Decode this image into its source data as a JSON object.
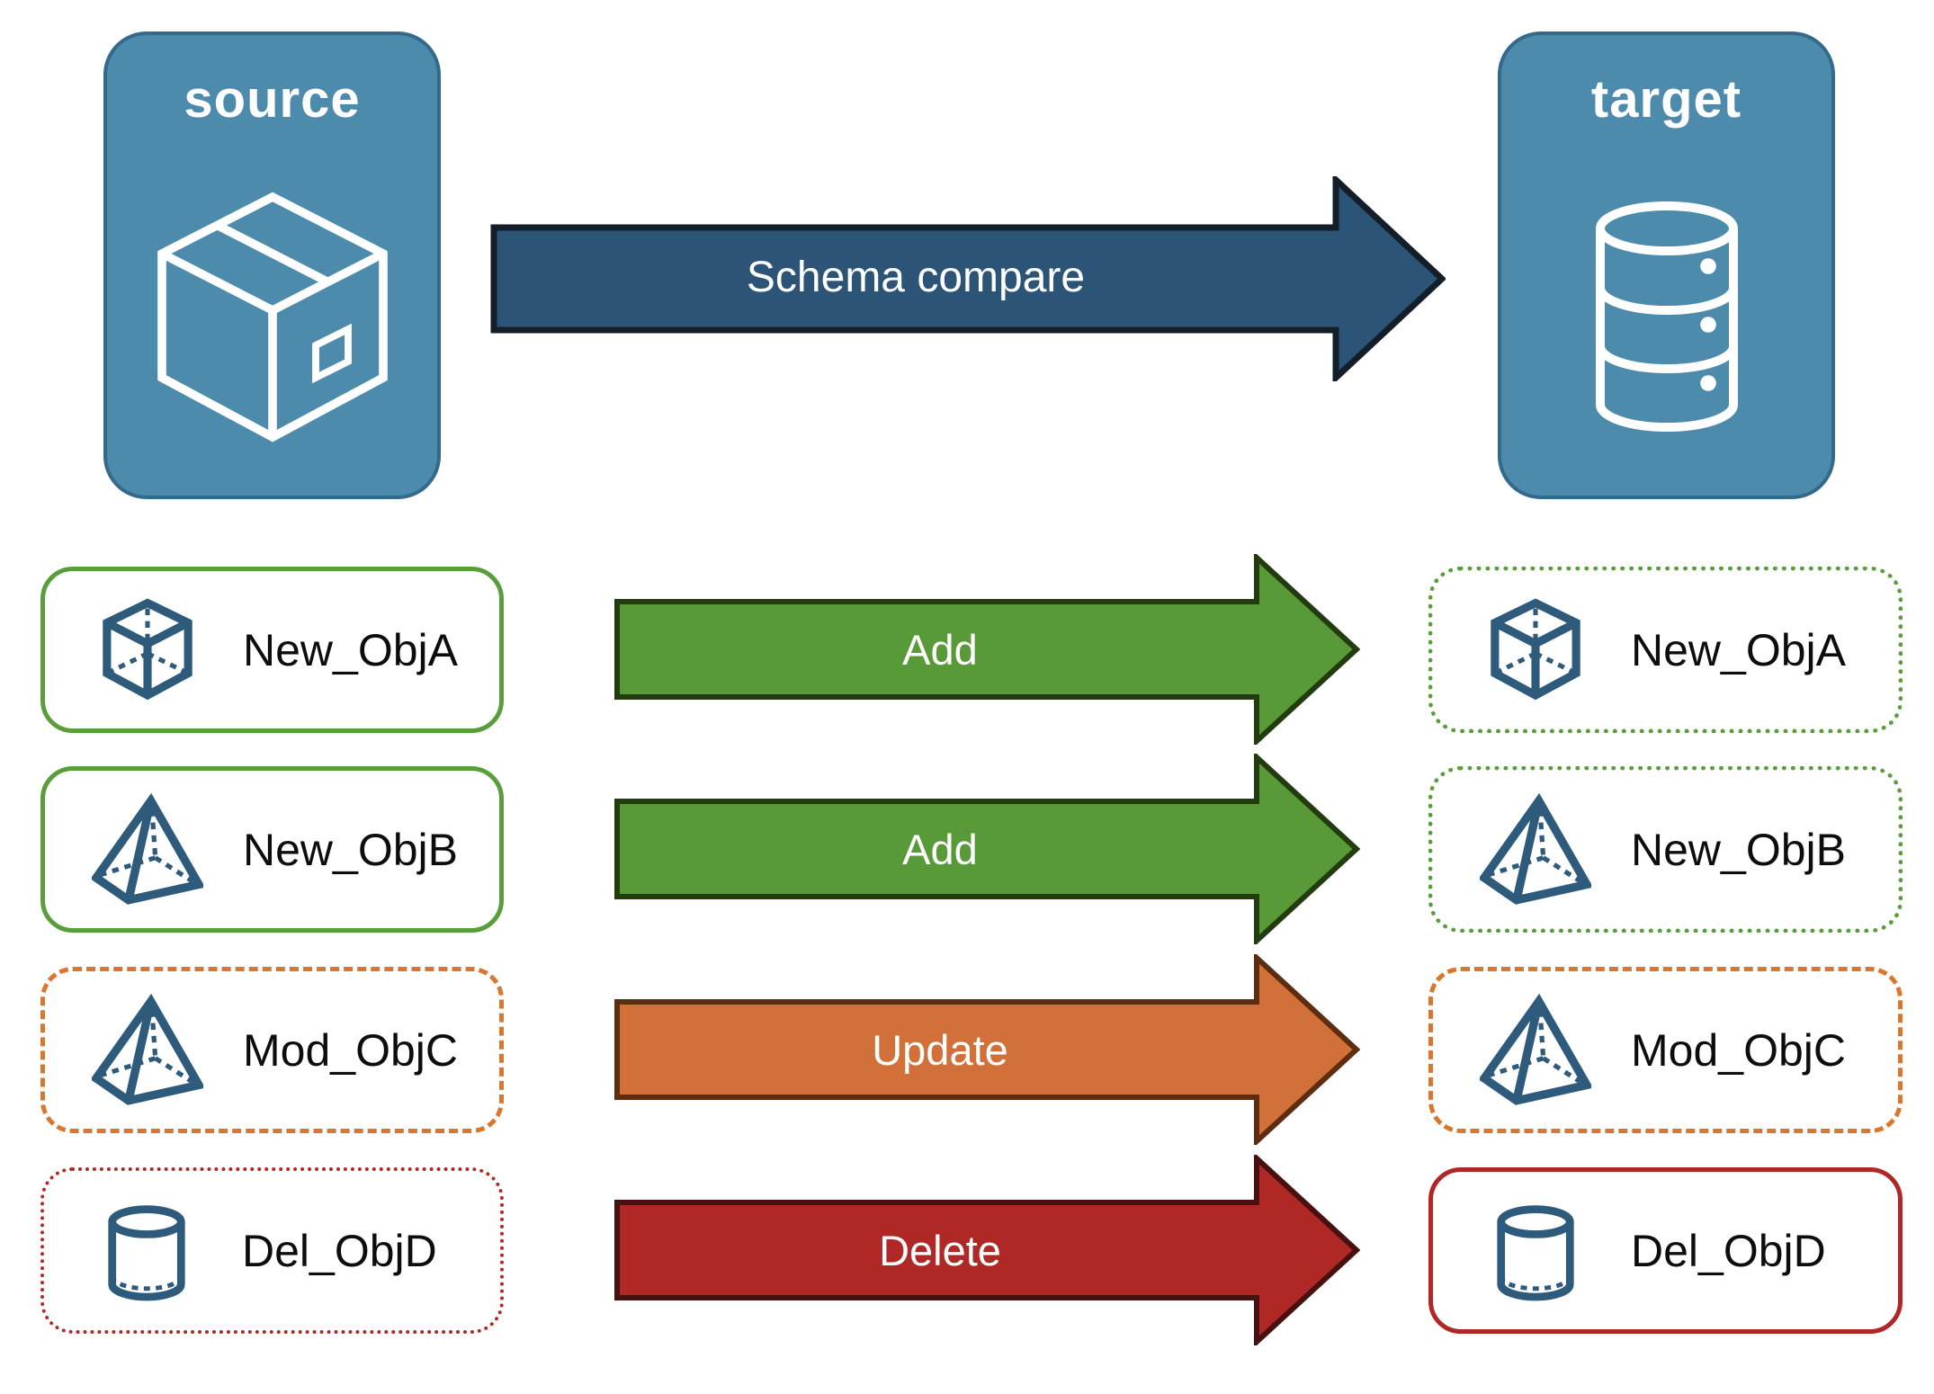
{
  "diagram_title": "schema-compare-flow",
  "source_node": {
    "title": "source",
    "icon": "package-icon"
  },
  "target_node": {
    "title": "target",
    "icon": "database-icon"
  },
  "compare_arrow": {
    "label": "Schema compare"
  },
  "rows": [
    {
      "label": "New_ObjA",
      "action": "Add",
      "icon": "cube-icon",
      "left_border": "green-solid",
      "right_border": "green-dotted"
    },
    {
      "label": "New_ObjB",
      "action": "Add",
      "icon": "pyramid-icon",
      "left_border": "green-solid",
      "right_border": "green-dotted"
    },
    {
      "label": "Mod_ObjC",
      "action": "Update",
      "icon": "pyramid-icon",
      "left_border": "orange-dashed",
      "right_border": "orange-dashed"
    },
    {
      "label": "Del_ObjD",
      "action": "Delete",
      "icon": "cylinder-icon",
      "left_border": "red-dotted",
      "right_border": "red-solid"
    }
  ],
  "colors": {
    "node_fill": "#4c8bac",
    "node_border": "#33698a",
    "icon_stroke_dark": "#2e5a7c",
    "icon_stroke_light": "#ffffff",
    "compare_arrow_fill": "#2b5476",
    "compare_arrow_outline": "#141e29",
    "add_arrow_fill": "#599a38",
    "add_arrow_outline": "#223c10",
    "update_arrow_fill": "#d2703a",
    "update_arrow_outline": "#5c2d10",
    "delete_arrow_fill": "#b02826",
    "delete_arrow_outline": "#471110",
    "green_border": "#5a9e3c",
    "orange_border": "#d9772f",
    "red_border": "#b02826",
    "row_label_color": "#0d0d0d"
  }
}
